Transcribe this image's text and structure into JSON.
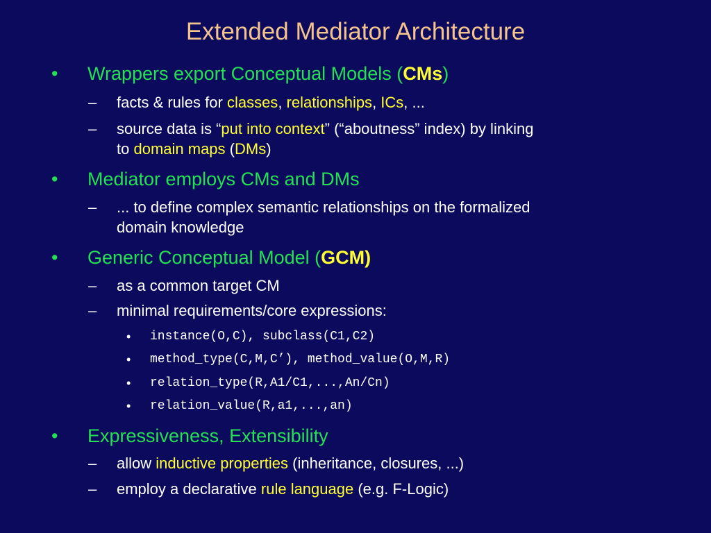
{
  "slide": {
    "title": "Extended Mediator Architecture",
    "bullet1": {
      "text": "Wrappers export Conceptual Models (",
      "bold": "CMs",
      "close": ")",
      "sub1": {
        "pre": "facts & rules for ",
        "h1": "classes",
        "s1": ", ",
        "h2": "relationships",
        "s2": ", ",
        "h3": "ICs",
        "post": ", ..."
      },
      "sub2": {
        "pre": "source data is “",
        "h1": "put into context",
        "post": "” (“aboutness” index) by linking",
        "line2_pre": "to ",
        "h2": "domain maps",
        "mid": " (",
        "h3": "DMs",
        "close": ")"
      }
    },
    "bullet2": {
      "text": "Mediator employs CMs and DMs",
      "sub1": {
        "line1": "... to define complex semantic relationships on the formalized",
        "line2": "domain knowledge"
      }
    },
    "bullet3": {
      "text": "Generic Conceptual Model (",
      "bold": "GCM)",
      "sub1": "as a common target CM",
      "sub2": "minimal requirements/core expressions:",
      "items": [
        "instance(O,C), subclass(C1,C2)",
        "method_type(C,M,C’), method_value(O,M,R)",
        "relation_type(R,A1/C1,...,An/Cn)",
        "relation_value(R,a1,...,an)"
      ]
    },
    "bullet4": {
      "text": "Expressiveness, Extensibility",
      "sub1": {
        "pre": "allow ",
        "h1": "inductive properties",
        "post": " (inheritance, closures, ...)"
      },
      "sub2": {
        "pre": "employ a declarative ",
        "h1": "rule language",
        "post": " (e.g. F-Logic)"
      }
    },
    "glyphs": {
      "bullet": "•",
      "dash": "–"
    }
  }
}
